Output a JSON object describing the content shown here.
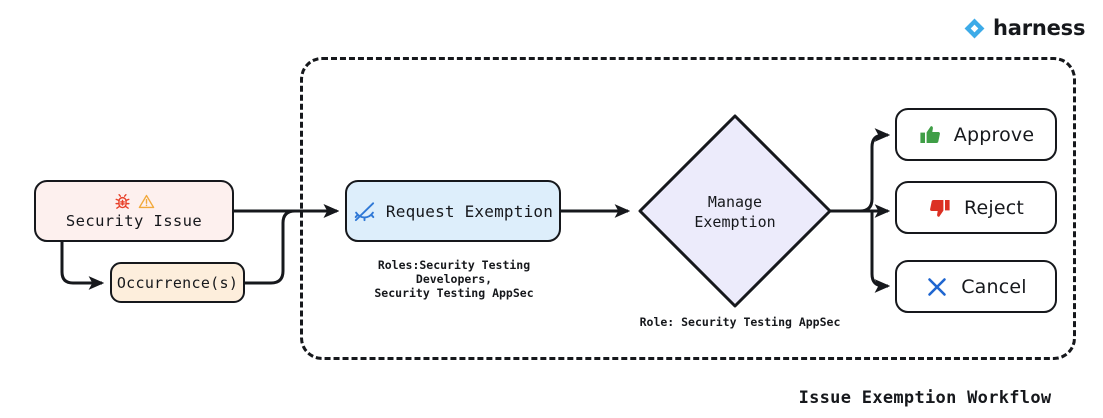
{
  "brand": {
    "name": "harness",
    "logo_icon": "harness-diamond-logo",
    "color": "#3dabe8"
  },
  "diagram": {
    "title": "Issue Exemption Workflow",
    "container_label": "exemption-workflow-boundary",
    "nodes": {
      "security_issue": {
        "label": "Security Issue",
        "fill": "#fdf0ee",
        "icons": [
          "bug-icon",
          "warning-triangle-icon"
        ],
        "icon_colors": [
          "#e8412a",
          "#f2a93b"
        ]
      },
      "occurrences": {
        "label": "Occurrence(s)",
        "fill": "#fdeedc"
      },
      "request_exemption": {
        "label": "Request Exemption",
        "fill": "#ddeefb",
        "icon": "eye-off-icon",
        "icon_color": "#2f78d6",
        "caption": "Roles:Security Testing Developers,\nSecurity Testing AppSec"
      },
      "manage_exemption": {
        "label": "Manage\nExemption",
        "fill": "#ecebfb",
        "caption": "Role: Security Testing AppSec"
      }
    },
    "actions": [
      {
        "label": "Approve",
        "icon": "thumbs-up-icon",
        "icon_color": "#3f9e46"
      },
      {
        "label": "Reject",
        "icon": "thumbs-down-icon",
        "icon_color": "#dc3023"
      },
      {
        "label": "Cancel",
        "icon": "close-x-icon",
        "icon_color": "#1f66d0"
      }
    ],
    "stroke_color": "#16181c"
  }
}
